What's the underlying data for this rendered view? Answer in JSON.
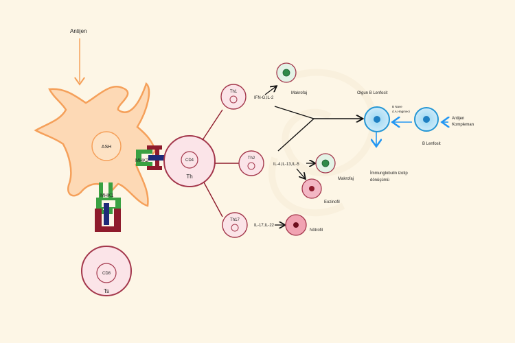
{
  "labels": {
    "antigen": "Antijen",
    "apc": "ASH",
    "mhc2": "MHK2",
    "mhc1": "MHK1",
    "cd4": "CD4",
    "th": "Th",
    "cd8": "CD8",
    "ts": "Ts",
    "th1": "Th1",
    "th2": "Th2",
    "th17": "Th17",
    "th1_cytokines": "IFN-G,IL-2",
    "th2_cytokines": "IL-4,IL-13,IL-5",
    "th17_cytokines": "IL-17,IL-22",
    "macrophage_1": "Makrofaj",
    "macrophage_2": "Makrofaj",
    "eosinophil": "Eozinofil",
    "neutrophil": "Nötrofil",
    "mature_b": "Olgun B Lenfosit",
    "b_cell": "B Lenfosit",
    "memory_note_1": "B Nave",
    "memory_note_2": "d.A.Hagmeci",
    "antigen_complement_1": "Antijen",
    "antigen_complement_2": "Kompleman",
    "ig_switch_1": "İmmunglobulin izotip",
    "ig_switch_2": "dönüşümü"
  },
  "colors": {
    "background": "#fdf6e6",
    "apc_fill": "#fdd9b5",
    "apc_stroke": "#f5a05a",
    "t_cell_fill": "#fbe4e8",
    "t_cell_stroke": "#a3364b",
    "mhc_green": "#3aa142",
    "tcr_red": "#8e1b2c",
    "tcr_blue": "#1f2a78",
    "b_cell_fill": "#cde8f6",
    "b_cell_stroke": "#2496d4",
    "arrow_blue": "#2196f3",
    "macrophage_fill": "#e3f3e6",
    "eosinophil_fill": "#f3b7c4",
    "neutrophil_fill": "#f1a3b2"
  }
}
